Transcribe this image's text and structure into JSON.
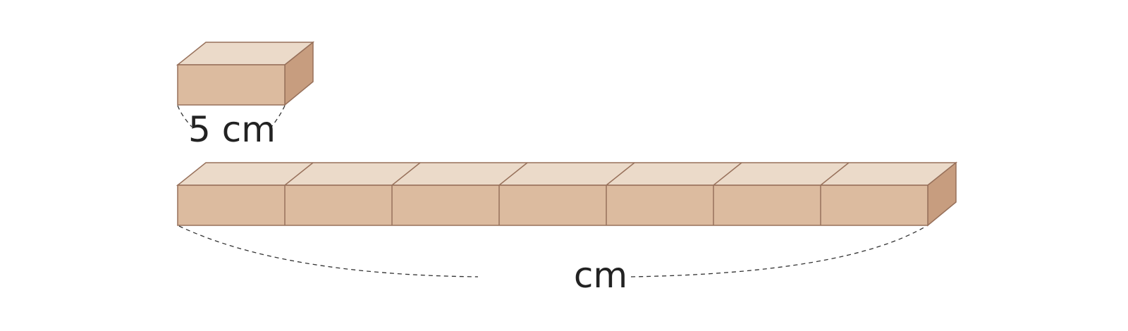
{
  "single_block": {
    "length_label": "5 cm"
  },
  "long_bar": {
    "block_count": 7,
    "length_label": "cm"
  },
  "colors": {
    "front": "#dcbb9f",
    "top": "#ebdac9",
    "side": "#c79d7f",
    "edge": "#97705a",
    "text": "#222222"
  }
}
